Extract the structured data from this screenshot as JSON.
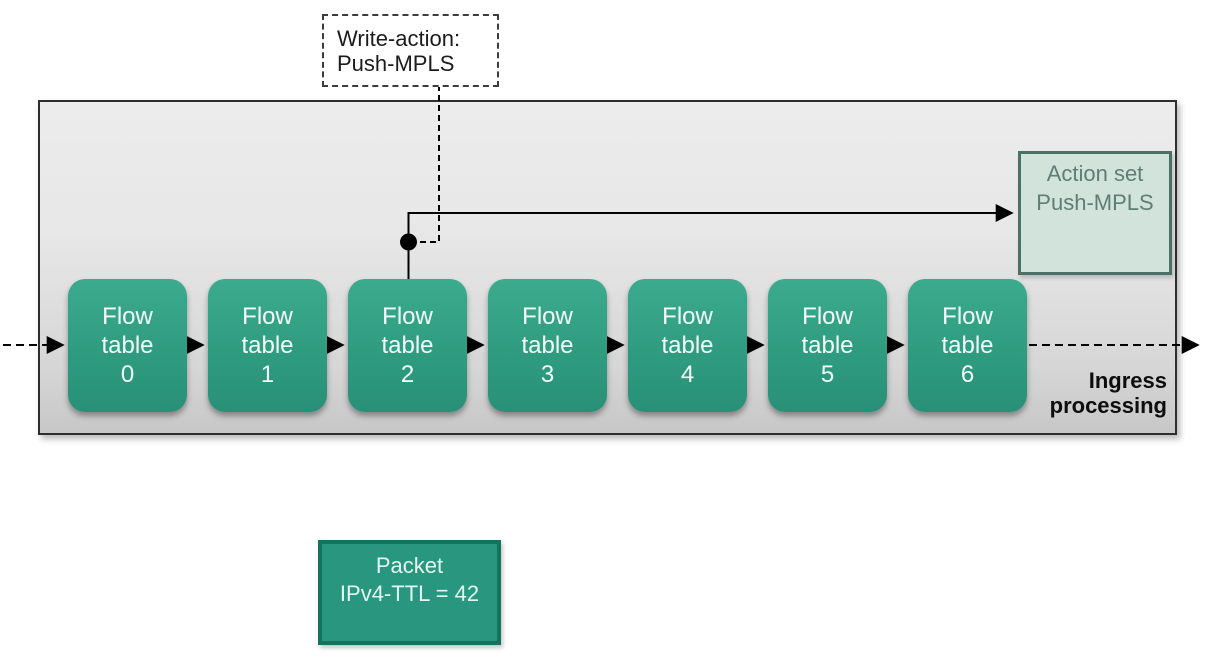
{
  "diagram": {
    "title_context": "OpenFlow pipeline ingress processing",
    "write_action": {
      "label": "Write-action:\nPush-MPLS"
    },
    "action_set": {
      "label": "Action set\nPush-MPLS"
    },
    "ingress": {
      "label": "Ingress\nprocessing"
    },
    "packet": {
      "label": "Packet\nIPv4-TTL = 42"
    },
    "flow_tables": [
      {
        "label": "Flow\ntable\n0"
      },
      {
        "label": "Flow\ntable\n1"
      },
      {
        "label": "Flow\ntable\n2"
      },
      {
        "label": "Flow\ntable\n3"
      },
      {
        "label": "Flow\ntable\n4"
      },
      {
        "label": "Flow\ntable\n5"
      },
      {
        "label": "Flow\ntable\n6"
      }
    ],
    "colors": {
      "flow_table_fill": "#2f9c80",
      "flow_table_text": "#f3fffb",
      "action_set_fill": "#d2e3dc",
      "action_set_border": "#4c7065",
      "action_set_text": "#5e7e75",
      "packet_fill": "#299680",
      "packet_border": "#14735d",
      "packet_text": "#e4f7f0",
      "main_box_border": "#2e2e2e",
      "connector": "#000000"
    }
  }
}
